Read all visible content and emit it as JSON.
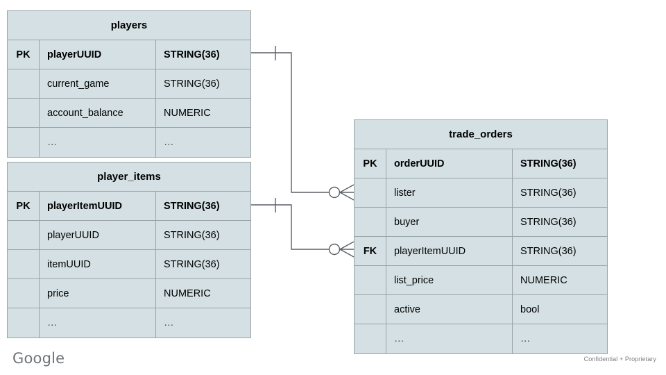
{
  "diagram": {
    "type": "entity-relationship-diagram",
    "notation": "crow's foot",
    "background_color": "#ffffff",
    "entity_fill_color": "#d4e0e3",
    "entity_border_color": "#9aa4a6"
  },
  "entities": [
    {
      "id": "players",
      "title": "players",
      "columns": [
        {
          "key": "PK",
          "name": "playerUUID",
          "type": "STRING(36)",
          "primary": true
        },
        {
          "key": "",
          "name": "current_game",
          "type": "STRING(36)",
          "primary": false
        },
        {
          "key": "",
          "name": "account_balance",
          "type": "NUMERIC",
          "primary": false
        },
        {
          "key": "",
          "name": "…",
          "type": "…",
          "primary": false
        }
      ]
    },
    {
      "id": "player_items",
      "title": "player_items",
      "columns": [
        {
          "key": "PK",
          "name": "playerItemUUID",
          "type": "STRING(36)",
          "primary": true
        },
        {
          "key": "",
          "name": "playerUUID",
          "type": "STRING(36)",
          "primary": false
        },
        {
          "key": "",
          "name": "itemUUID",
          "type": "STRING(36)",
          "primary": false
        },
        {
          "key": "",
          "name": "price",
          "type": "NUMERIC",
          "primary": false
        },
        {
          "key": "",
          "name": "…",
          "type": "…",
          "primary": false
        }
      ]
    },
    {
      "id": "trade_orders",
      "title": "trade_orders",
      "columns": [
        {
          "key": "PK",
          "name": "orderUUID",
          "type": "STRING(36)",
          "primary": true
        },
        {
          "key": "",
          "name": "lister",
          "type": "STRING(36)",
          "primary": false
        },
        {
          "key": "",
          "name": "buyer",
          "type": "STRING(36)",
          "primary": false
        },
        {
          "key": "FK",
          "name": "playerItemUUID",
          "type": "STRING(36)",
          "primary": false
        },
        {
          "key": "",
          "name": "list_price",
          "type": "NUMERIC",
          "primary": false
        },
        {
          "key": "",
          "name": "active",
          "type": "bool",
          "primary": false
        },
        {
          "key": "",
          "name": "…",
          "type": "…",
          "primary": false
        }
      ]
    }
  ],
  "relationships": [
    {
      "id": "players-to-trade-orders",
      "from_entity": "players",
      "from_column": "playerUUID",
      "from_cardinality": "one",
      "to_entity": "trade_orders",
      "to_column": "lister",
      "to_cardinality": "zero-or-many"
    },
    {
      "id": "player-items-to-trade-orders",
      "from_entity": "player_items",
      "from_column": "playerItemUUID",
      "from_cardinality": "one",
      "to_entity": "trade_orders",
      "to_column": "playerItemUUID",
      "to_cardinality": "zero-or-many"
    }
  ],
  "footer": {
    "logo_text": "Google",
    "confidentiality_note": "Confidential + Proprietary"
  }
}
